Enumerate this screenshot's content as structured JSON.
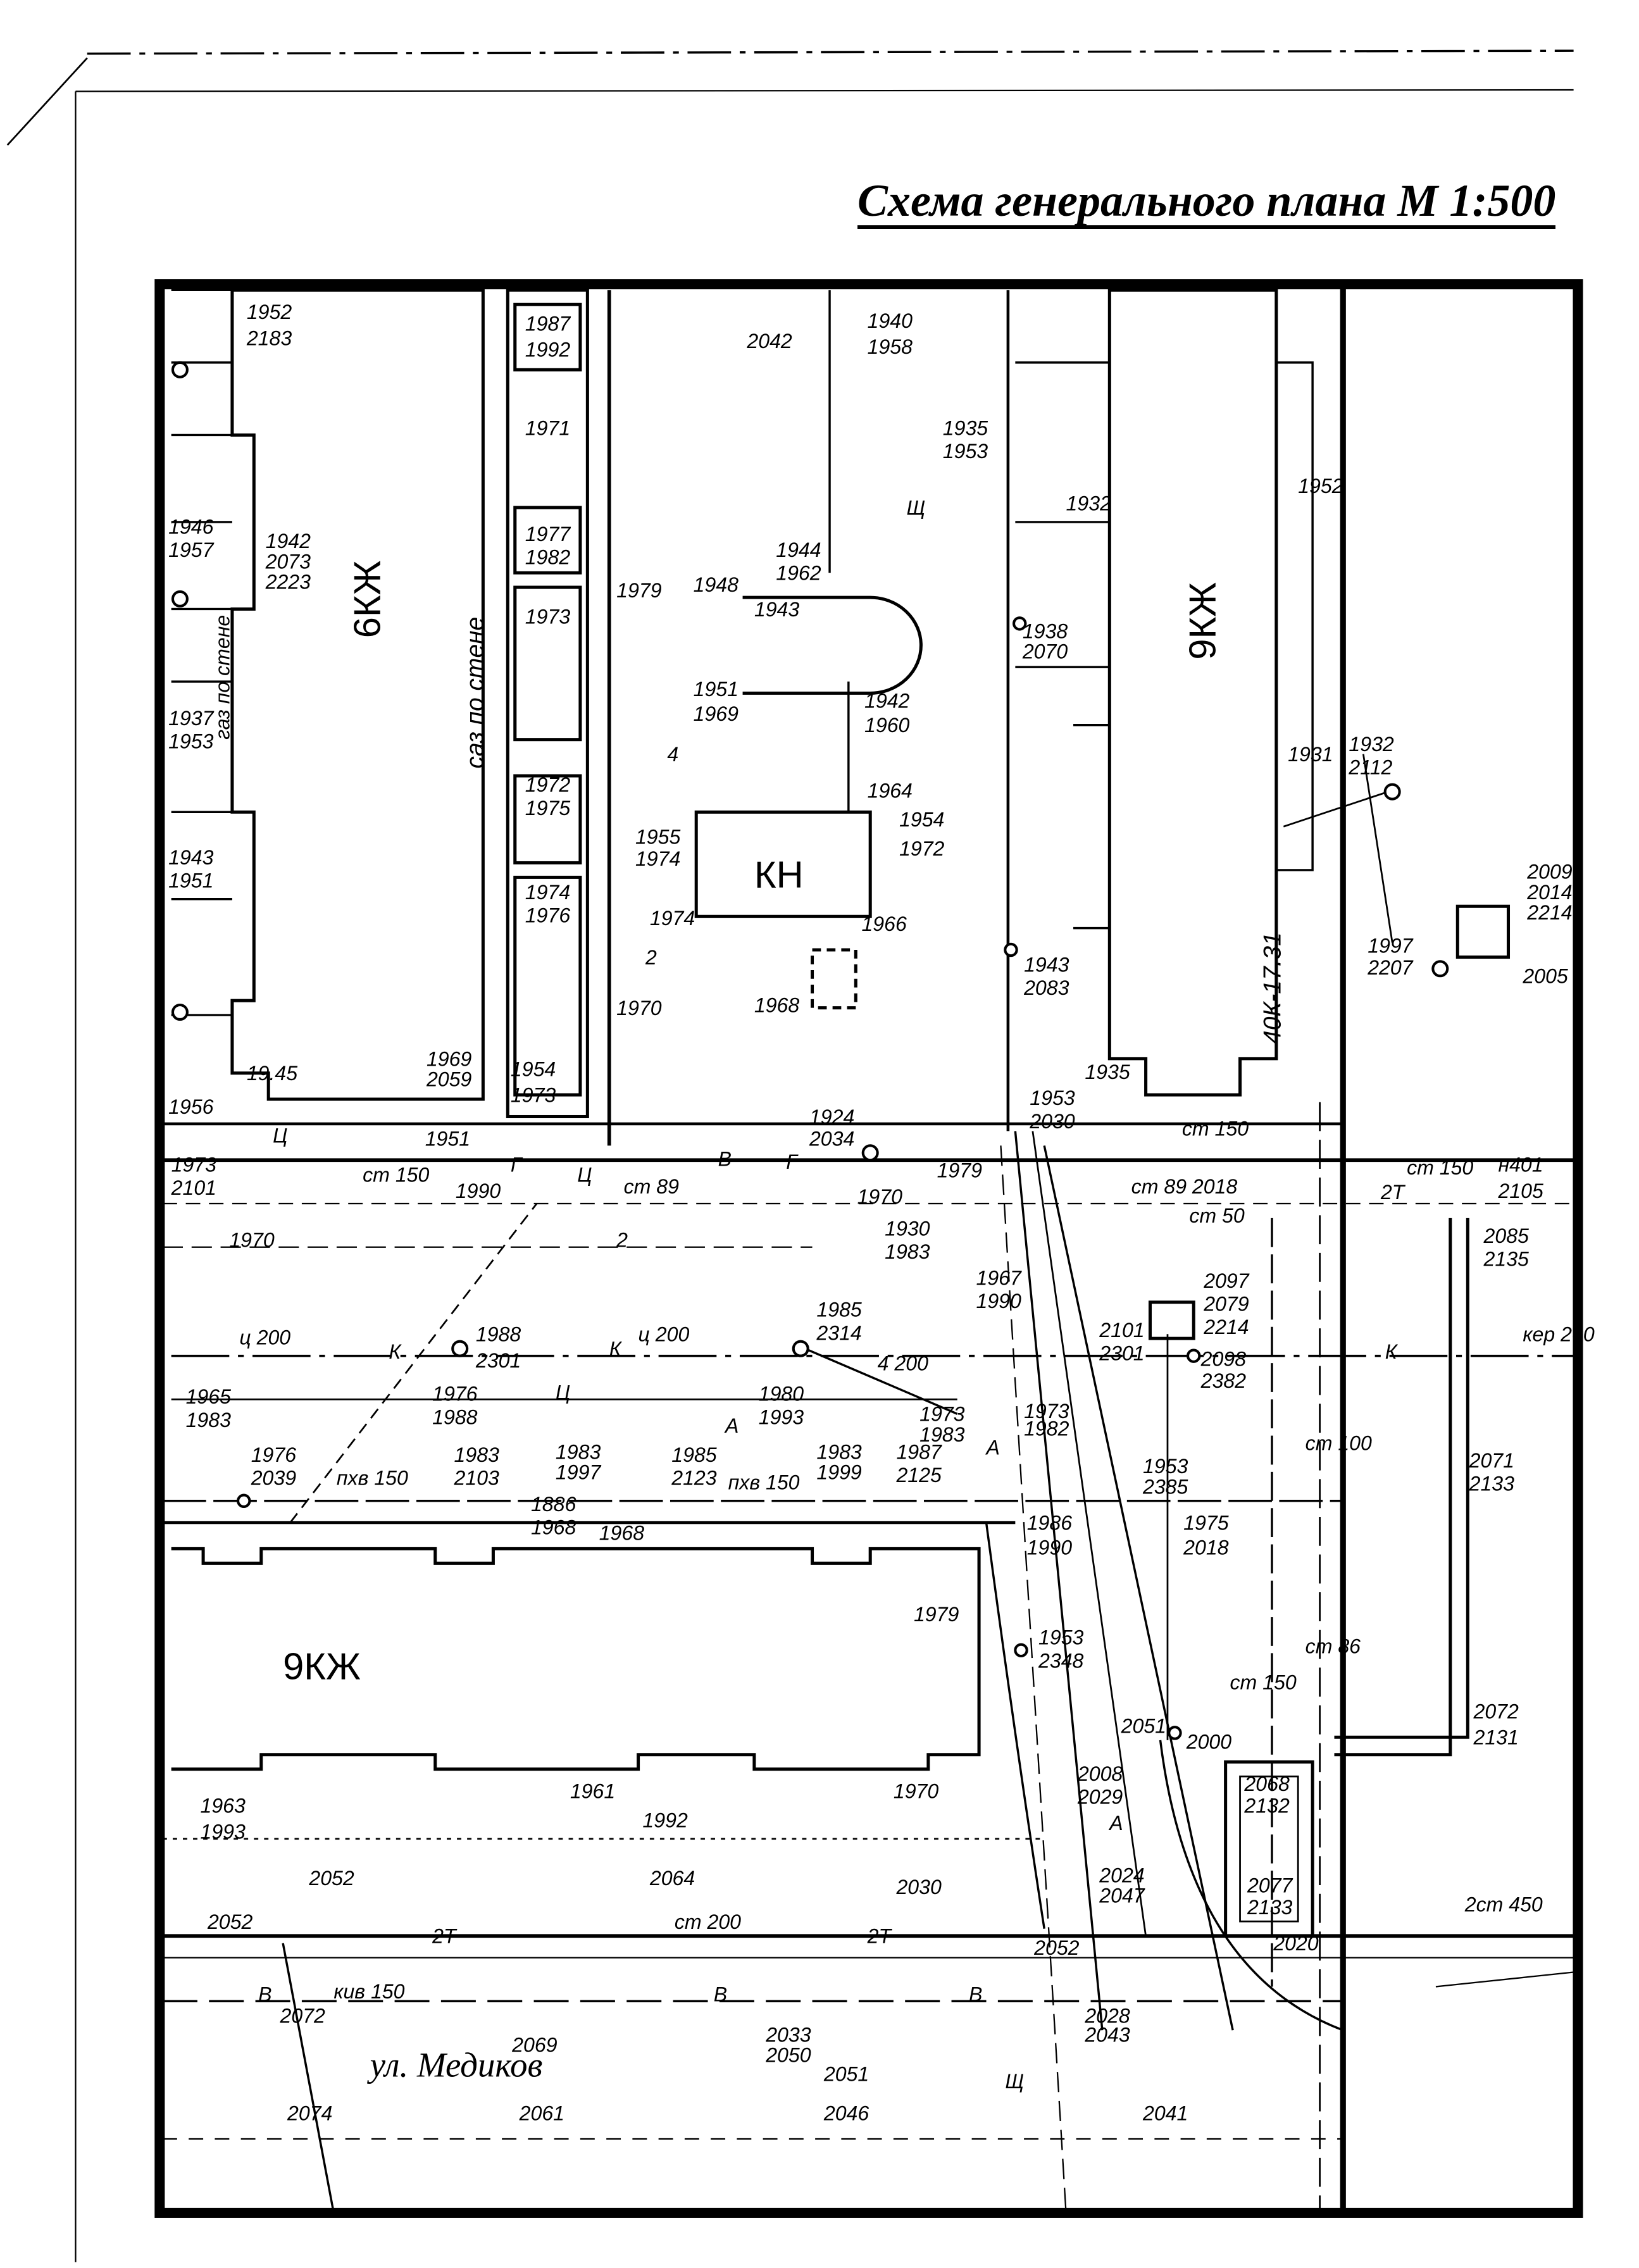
{
  "document": {
    "title": "Схема генерального плана М 1:500",
    "street_name": "ул. Медиков",
    "buildings": [
      {
        "label": "6КЖ"
      },
      {
        "label": "9КЖ"
      },
      {
        "label": "9КЖ"
      },
      {
        "label": "КН"
      }
    ],
    "wall_notes": [
      "газ по стене",
      "саз по стене",
      "40К-17.31"
    ],
    "map_labels": [
      "1952",
      "2183",
      "1987",
      "1992",
      "1971",
      "2042",
      "1940",
      "1958",
      "1935",
      "1953",
      "1932",
      "1952",
      "1977",
      "1982",
      "1944",
      "1962",
      "1946",
      "1957",
      "1942",
      "2073",
      "2223",
      "1948",
      "1943",
      "1973",
      "1979",
      "1938",
      "2070",
      "1951",
      "1969",
      "1942",
      "1960",
      "1937",
      "1953",
      "1931",
      "1932",
      "2112",
      "1964",
      "1954",
      "1972",
      "1972",
      "1975",
      "1955",
      "1974",
      "1943",
      "1951",
      "1974",
      "1976",
      "1974",
      "1966",
      "2009",
      "2014",
      "2214",
      "1943",
      "2083",
      "1997",
      "2207",
      "2005",
      "1970",
      "1968",
      "19.45",
      "1969",
      "2059",
      "1954",
      "1973",
      "1956",
      "1951",
      "1935",
      "1953",
      "2030",
      "1924",
      "2034",
      "1973",
      "2101",
      "1990",
      "1970",
      "1979",
      "н401",
      "2105",
      "1970",
      "1930",
      "1983",
      "1967",
      "1990",
      "2097",
      "2079",
      "2214",
      "2085",
      "2135",
      "1988",
      "2301",
      "1985",
      "2314",
      "2101",
      "2301",
      "2098",
      "2382",
      "1965",
      "1983",
      "1976",
      "1988",
      "1980",
      "1993",
      "1973",
      "1983",
      "1973",
      "1982",
      "2071",
      "2133",
      "1976",
      "2039",
      "1983",
      "2103",
      "1983",
      "1997",
      "1985",
      "2123",
      "1983",
      "1999",
      "1987",
      "2125",
      "1953",
      "2385",
      "1886",
      "1968",
      "1968",
      "1986",
      "1990",
      "1975",
      "2018",
      "1979",
      "1953",
      "2348",
      "2051",
      "2000",
      "2072",
      "2131",
      "1961",
      "1970",
      "2068",
      "2132",
      "1963",
      "1993",
      "1992",
      "2008",
      "2029",
      "2052",
      "2064",
      "2030",
      "2024",
      "2047",
      "2077",
      "2133",
      "2052",
      "2052",
      "2020",
      "2072",
      "2028",
      "2043",
      "2069",
      "2033",
      "2050",
      "2051",
      "2074",
      "2061",
      "2046",
      "2041"
    ],
    "utility_labels": [
      "ц 200",
      "К",
      "ц 200",
      "4 200",
      "кер 200",
      "ст 150",
      "ст 89",
      "ст 150",
      "ст 150",
      "ст 89",
      "2018",
      "ст 50",
      "ст 200",
      "2ст 450",
      "Щ",
      "Щ",
      "А",
      "А",
      "А",
      "кив 150",
      "пхв 150",
      "пхв 150",
      "В",
      "Г",
      "Г",
      "2Т",
      "2Т",
      "2Т",
      "В",
      "В",
      "В",
      "Ц",
      "Ц",
      "К",
      "Ц",
      "ст 150",
      "ст 100",
      "ст 86",
      "К",
      "2",
      "4",
      "2"
    ]
  }
}
